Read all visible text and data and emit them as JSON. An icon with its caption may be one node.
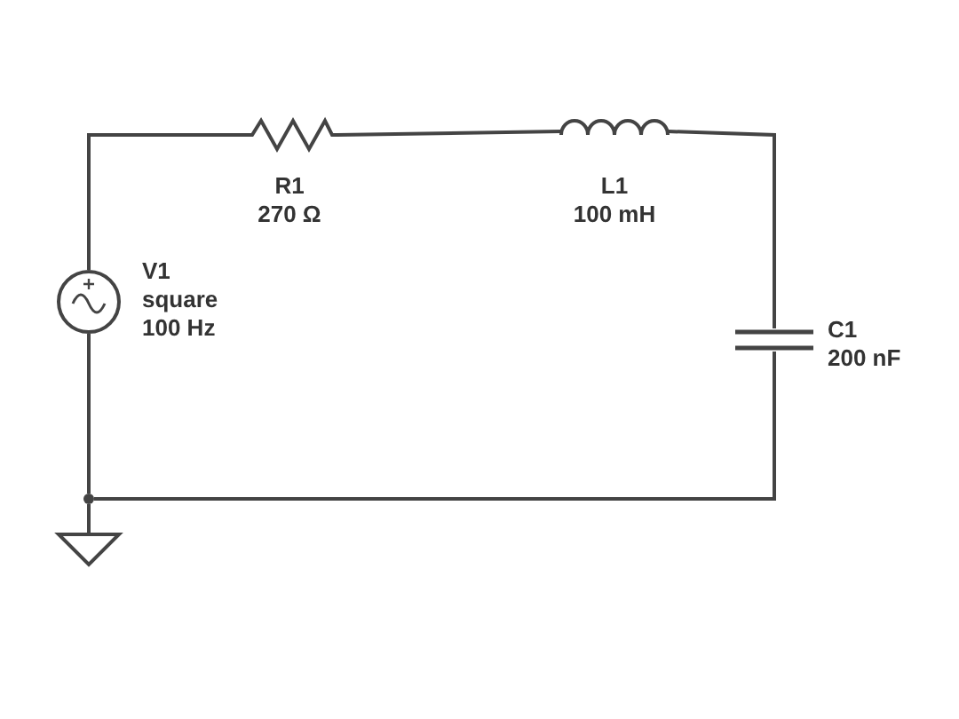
{
  "diagram": {
    "nodes": [
      {
        "text": [],
        "shape": "source",
        "beside": [
          "V1",
          "square",
          "100 Hz"
        ]
      },
      {
        "text": [],
        "shape": "resistor",
        "beside": [
          "R1",
          "270 Ω"
        ]
      },
      {
        "text": [],
        "shape": "inductor",
        "beside": [
          "L1",
          "100 mH"
        ]
      },
      {
        "text": [],
        "shape": "capacitor",
        "beside": [
          "C1",
          "200 nF"
        ]
      },
      {
        "text": [],
        "shape": "dot"
      },
      {
        "text": [],
        "shape": "ground"
      }
    ],
    "edges": [
      {
        "from": 0,
        "to": 1,
        "arrow": "none"
      },
      {
        "from": 1,
        "to": 2,
        "arrow": "none"
      },
      {
        "from": 2,
        "to": 3,
        "arrow": "none"
      },
      {
        "from": 3,
        "to": 4,
        "arrow": "none"
      },
      {
        "from": 4,
        "to": 0,
        "arrow": "none"
      },
      {
        "from": 4,
        "to": 5,
        "arrow": "none"
      }
    ]
  }
}
